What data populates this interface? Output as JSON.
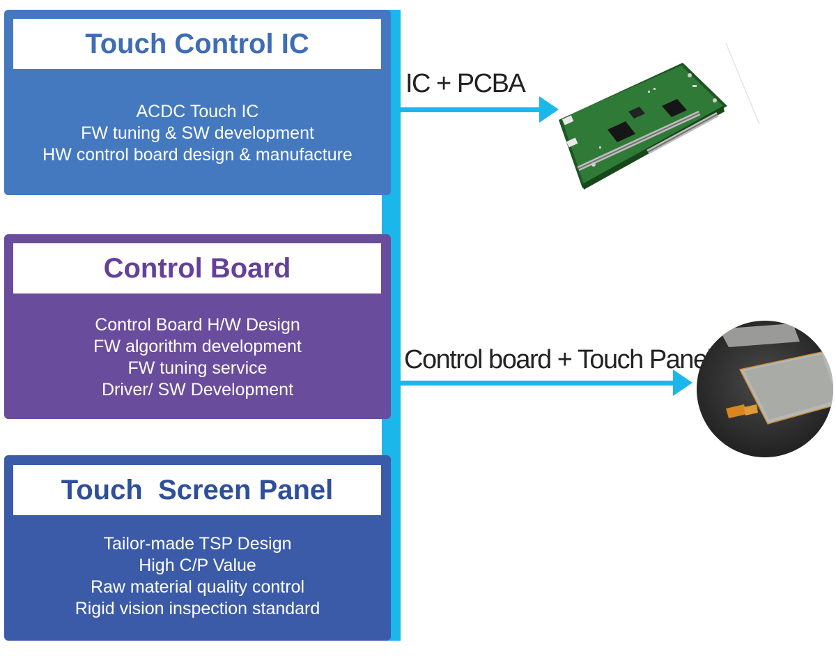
{
  "sections": [
    {
      "title": "Touch Control IC",
      "items": [
        "ACDC Touch IC",
        "FW tuning & SW development",
        "HW control board design & manufacture"
      ]
    },
    {
      "title": "Control Board",
      "items": [
        "Control Board H/W Design",
        "FW algorithm development",
        "FW tuning service",
        "Driver/ SW Development"
      ]
    },
    {
      "title": "Touch  Screen Panel",
      "items": [
        "Tailor-made TSP Design",
        "High C/P Value",
        "Raw material quality control",
        "Rigid vision inspection standard"
      ]
    }
  ],
  "arrows": [
    {
      "label": "IC + PCBA",
      "image": "pcba-board-photo"
    },
    {
      "label": "Control board + Touch Panel",
      "image": "touch-panel-photo"
    }
  ],
  "colors": {
    "connector": "#1bb6ea",
    "section_ic": "#4479c0",
    "section_board": "#6a4c9c",
    "section_panel": "#3b5ba9"
  }
}
